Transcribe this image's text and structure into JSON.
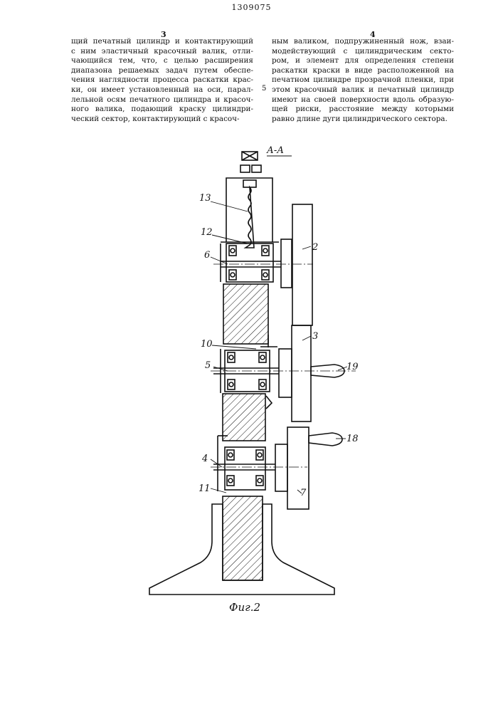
{
  "header": {
    "patent_number": "1309075",
    "left_column_number": "3",
    "right_column_number": "4",
    "margin_line_marker": "5"
  },
  "left_column": [
    "щий печатный цилиндр и контактирующий",
    "с ним эластичный красочный валик, отли-",
    "чающийся тем, что, с целью расширения",
    "диапазона решаемых задач путем обеспе-",
    "чения наглядности процесса раскатки крас-",
    "ки, он имеет установленный на оси, парал-",
    "лельной осям печатного цилиндра и красоч-",
    "ного валика, подающий краску цилиндри-",
    "ческий сектор, контактирующий с красоч-"
  ],
  "right_column": [
    "ным валиком, подпружиненный нож, взаи-",
    "модействующий с цилиндрическим секто-",
    "ром, и элемент для определения степени",
    "раскатки краски в виде расположенной на",
    "печатном цилиндре прозрачной пленки, при",
    "этом красочный валик и печатный цилиндр",
    "имеют на своей поверхности вдоль образую-",
    "щей риски, расстояние между которыми",
    "равно длине дуги цилиндрического сектора."
  ],
  "figure": {
    "section_label": "А-А",
    "caption": "Фиг.2",
    "labels": [
      "13",
      "12",
      "6",
      "2",
      "3",
      "10",
      "5",
      "19",
      "18",
      "4",
      "11",
      "7"
    ]
  }
}
